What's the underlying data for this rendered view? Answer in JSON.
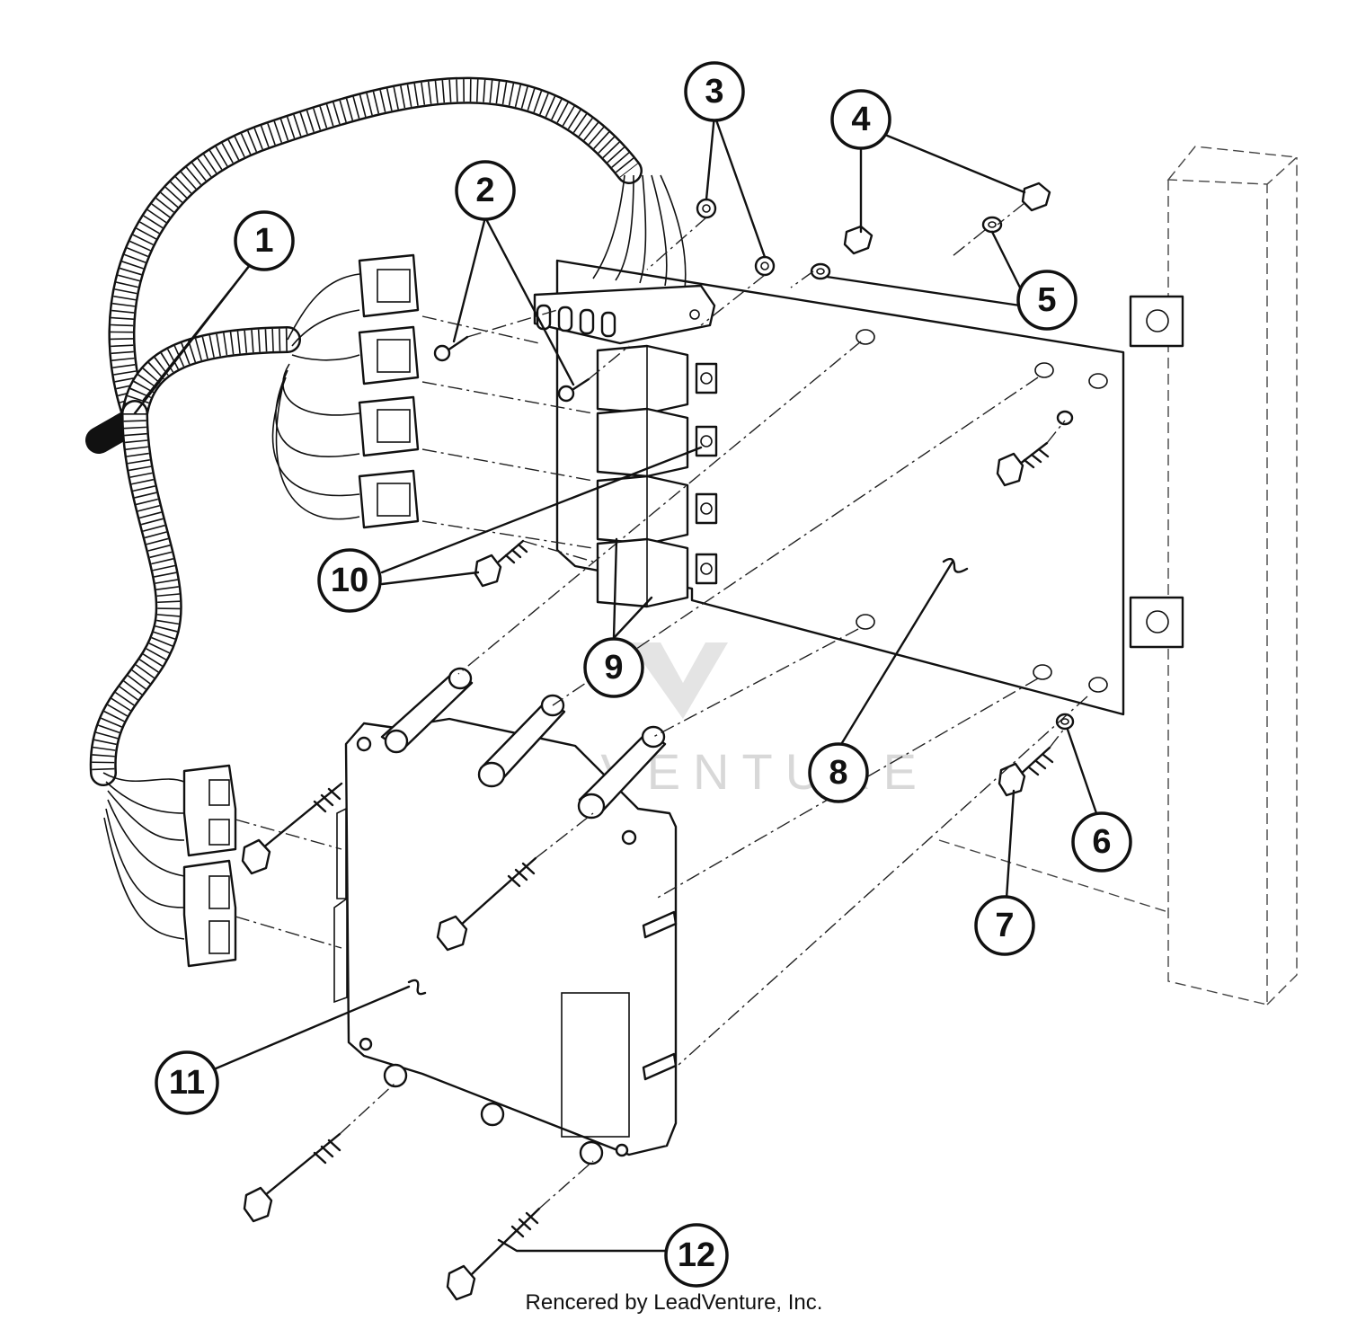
{
  "callouts": [
    {
      "id": "1",
      "label": "1"
    },
    {
      "id": "2",
      "label": "2"
    },
    {
      "id": "3",
      "label": "3"
    },
    {
      "id": "4",
      "label": "4"
    },
    {
      "id": "5",
      "label": "5"
    },
    {
      "id": "6",
      "label": "6"
    },
    {
      "id": "7",
      "label": "7"
    },
    {
      "id": "8",
      "label": "8"
    },
    {
      "id": "9",
      "label": "9"
    },
    {
      "id": "10",
      "label": "10"
    },
    {
      "id": "11",
      "label": "11"
    },
    {
      "id": "12",
      "label": "12"
    }
  ],
  "watermark": "LEADVENTURE",
  "credit": "Rencered by LeadVenture, Inc."
}
